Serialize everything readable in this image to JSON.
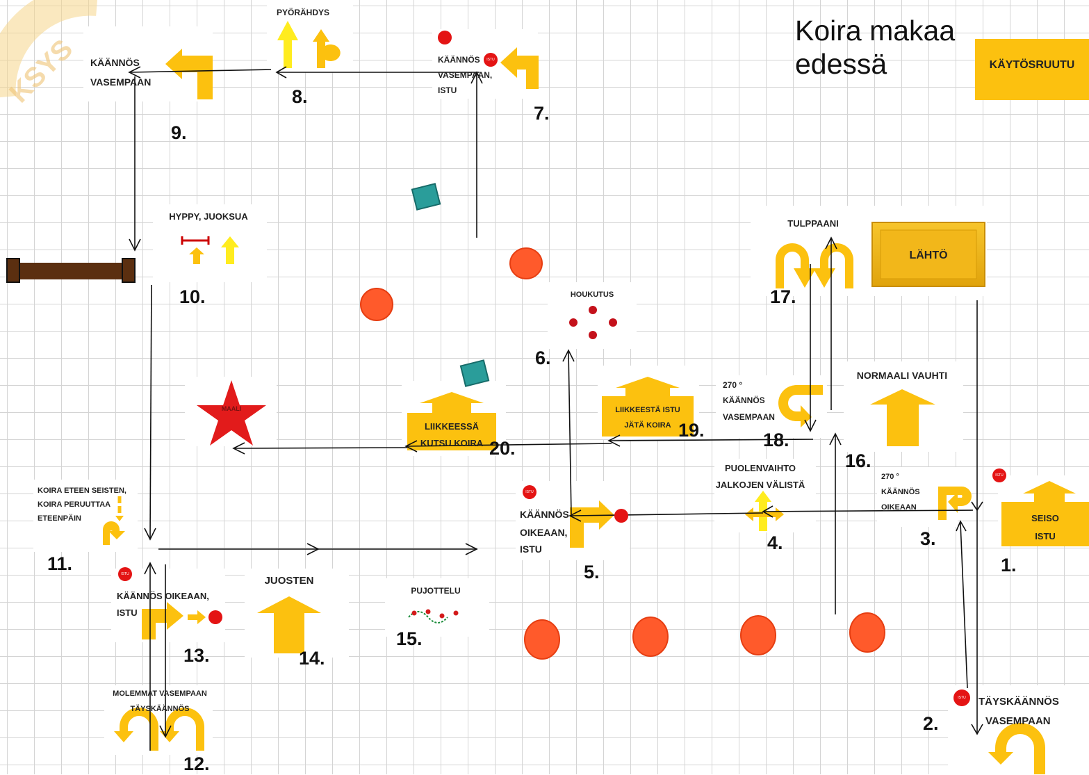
{
  "title_line1": "Koira makaa",
  "title_line2": "edessä",
  "colors": {
    "sign_yellow": "#fcc10f",
    "cone": "#ff5a2b",
    "stop": "#e41414",
    "teal": "#2a9d9a",
    "bar": "#5b2f10"
  },
  "start_box": {
    "label": "LÄHTÖ"
  },
  "behavior_box": {
    "label": "KÄYTÖSRUUTU"
  },
  "finish": {
    "label": "MAALI"
  },
  "stations": {
    "s1": {
      "number": "1.",
      "line1": "SEISO",
      "line2": "ISTU",
      "stop_icon": "ISTU"
    },
    "s2": {
      "number": "2.",
      "line1": "TÄYSKÄÄNNÖS",
      "line2": "VASEMPAAN",
      "stop_icon": "ISTU"
    },
    "s3": {
      "number": "3.",
      "line1": "270 °",
      "line2": "KÄÄNNÖS",
      "line3": "OIKEAAN"
    },
    "s4": {
      "number": "4.",
      "line1": "PUOLENVAIHTO",
      "line2": "JALKOJEN VÄLISTÄ"
    },
    "s5": {
      "number": "5.",
      "line1": "KÄÄNNÖS",
      "line2": "OIKEAAN,",
      "line3": "ISTU",
      "stop_icon": "ISTU"
    },
    "s6": {
      "number": "6.",
      "label": "HOUKUTUS"
    },
    "s7": {
      "number": "7.",
      "line1": "KÄÄNNÖS",
      "line2": "VASEMPAAN,",
      "line3": "ISTU",
      "stop_icon": "ISTU"
    },
    "s8": {
      "number": "8.",
      "label": "PYÖRÄHDYS"
    },
    "s9": {
      "number": "9.",
      "line1": "KÄÄNNÖS",
      "line2": "VASEMPAAN"
    },
    "s10": {
      "number": "10.",
      "label": "HYPPY, JUOKSUA"
    },
    "s11": {
      "number": "11.",
      "line1": "KOIRA ETEEN SEISTEN,",
      "line2": "KOIRA PERUUTTAA",
      "line3": "ETEENPÄIN"
    },
    "s12": {
      "number": "12.",
      "line1": "MOLEMMAT VASEMPAAN",
      "line2": "TÄYSKÄÄNNÖS"
    },
    "s13": {
      "number": "13.",
      "line1": "KÄÄNNÖS OIKEAAN,",
      "line2": "ISTU",
      "stop_icon": "ISTU"
    },
    "s14": {
      "number": "14.",
      "label": "JUOSTEN"
    },
    "s15": {
      "number": "15.",
      "label": "PUJOTTELU"
    },
    "s16": {
      "number": "16.",
      "label": "NORMAALI VAUHTI"
    },
    "s17": {
      "number": "17.",
      "label": "TULPPAANI"
    },
    "s18": {
      "number": "18.",
      "line1": "270 °",
      "line2": "KÄÄNNÖS",
      "line3": "VASEMPAAN"
    },
    "s19": {
      "number": "19.",
      "line1": "LIIKKEESTÄ ISTU",
      "line2": "JÄTÄ KOIRA"
    },
    "s20": {
      "number": "20.",
      "line1": "LIIKKEESSÄ",
      "line2": "KUTSU KOIRA"
    }
  }
}
